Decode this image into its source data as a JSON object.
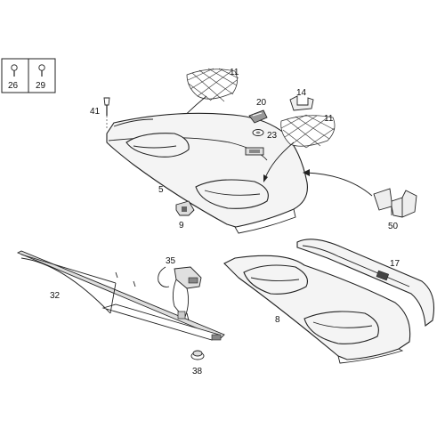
{
  "diagram": {
    "legend_box_labels": [
      "26",
      "29"
    ],
    "callouts": {
      "c11a": "11",
      "c11b": "11",
      "c14": "14",
      "c20": "20",
      "c23": "23",
      "c41": "41",
      "c5": "5",
      "c9": "9",
      "c50": "50",
      "c17": "17",
      "c35": "35",
      "c32": "32",
      "c8": "8",
      "c38": "38"
    }
  }
}
